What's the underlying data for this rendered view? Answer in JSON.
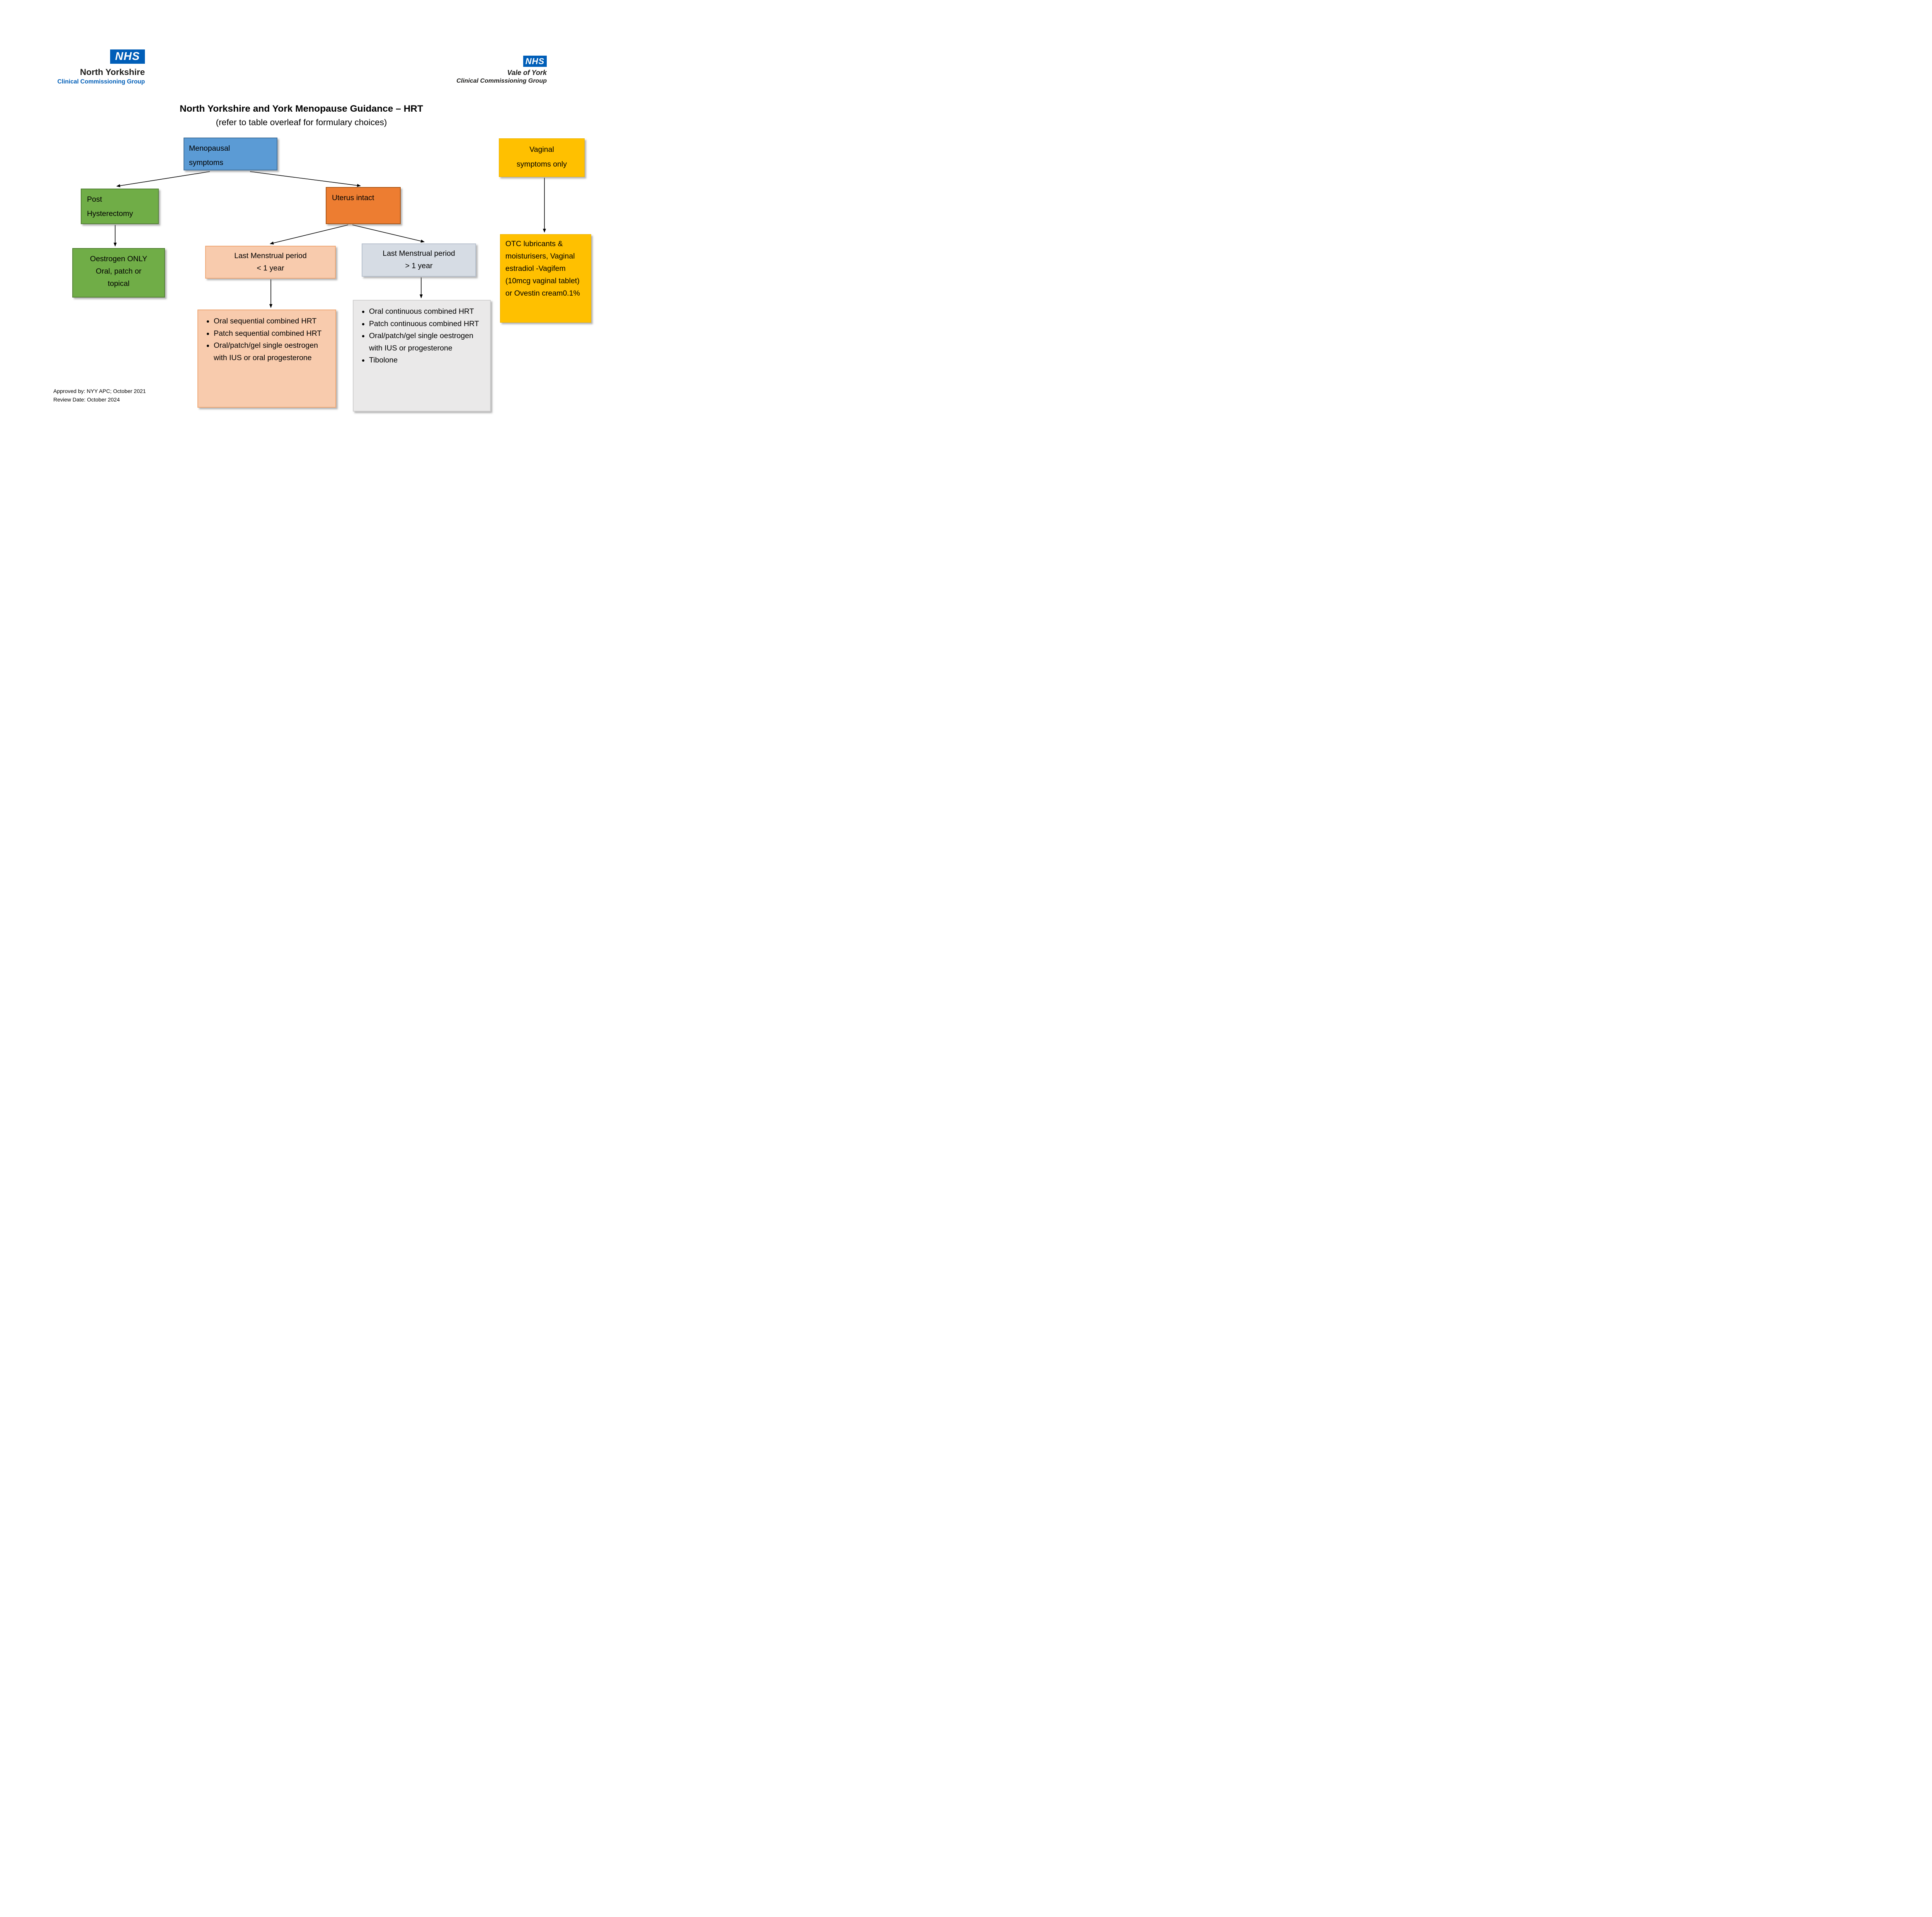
{
  "logos": {
    "left": {
      "nhs": "NHS",
      "org": "North Yorkshire",
      "group": "Clinical Commissioning Group"
    },
    "right": {
      "nhs": "NHS",
      "org": "Vale of York",
      "group": "Clinical Commissioning Group"
    }
  },
  "header": {
    "title": "North Yorkshire and York Menopause Guidance – HRT",
    "subtitle": "(refer to table overleaf for formulary choices)"
  },
  "flowchart": {
    "menopausal": {
      "lines": [
        "Menopausal",
        "symptoms"
      ]
    },
    "vaginal": {
      "lines": [
        "Vaginal",
        "symptoms only"
      ]
    },
    "post_hysterectomy": {
      "lines": [
        "Post",
        "Hysterectomy"
      ]
    },
    "uterus_intact": {
      "label": "Uterus intact"
    },
    "oestrogen_only": {
      "lines": [
        "Oestrogen ONLY",
        "Oral, patch or",
        "topical"
      ]
    },
    "lmp_under_1": {
      "lines": [
        "Last Menstrual period",
        "< 1 year"
      ]
    },
    "lmp_over_1": {
      "lines": [
        "Last Menstrual period",
        "> 1 year"
      ]
    },
    "otc": {
      "text": "OTC lubricants & moisturisers, Vaginal estradiol -Vagifem (10mcg vaginal tablet) or Ovestin cream0.1%"
    },
    "sequential": {
      "items": [
        "Oral sequential combined HRT",
        "Patch sequential combined HRT",
        "Oral/patch/gel single oestrogen with IUS or oral progesterone"
      ]
    },
    "continuous": {
      "items": [
        "Oral continuous combined HRT",
        "Patch continuous combined HRT",
        "Oral/patch/gel single oestrogen with IUS or progesterone",
        "Tibolone"
      ]
    }
  },
  "footer": {
    "approved": "Approved by: NYY APC; October 2021",
    "review": "Review Date: October 2024"
  },
  "colors": {
    "nhs_blue": "#005eb8",
    "box_blue": "#5b9bd5",
    "box_orange": "#ed7d31",
    "box_green": "#70ad47",
    "box_gold": "#ffc000",
    "box_peach": "#f8cbad",
    "box_bluegray": "#d6dce4",
    "box_gray": "#eae9e9"
  }
}
